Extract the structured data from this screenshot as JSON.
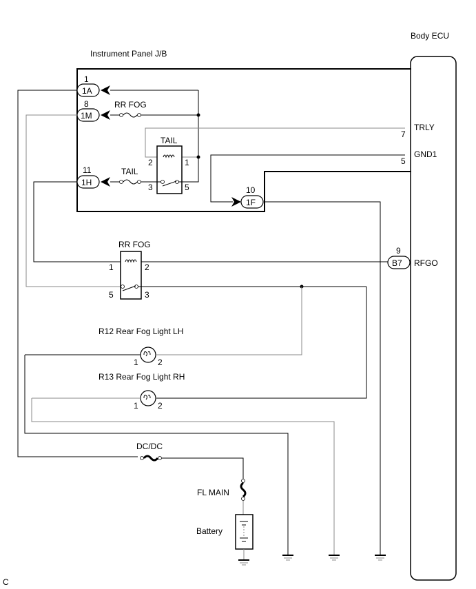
{
  "title_bottom_left": "C",
  "components": {
    "instrument_panel_jb": {
      "label": "Instrument Panel J/B"
    },
    "body_ecu": {
      "label": "Body ECU"
    },
    "rr_fog_fuse": {
      "label": "RR FOG"
    },
    "tail_fuse": {
      "label": "TAIL"
    },
    "tail_relay": {
      "label": "TAIL",
      "pins": [
        "2",
        "1",
        "3",
        "5"
      ]
    },
    "rr_fog_relay": {
      "label": "RR FOG",
      "pins": [
        "1",
        "2",
        "5",
        "3"
      ]
    },
    "rear_fog_lh": {
      "label": "R12 Rear Fog Light LH",
      "pins": [
        "1",
        "2"
      ]
    },
    "rear_fog_rh": {
      "label": "R13 Rear Fog Light RH",
      "pins": [
        "1",
        "2"
      ]
    },
    "dcdc_fuse": {
      "label": "DC/DC"
    },
    "fl_main": {
      "label": "FL MAIN"
    },
    "battery": {
      "label": "Battery"
    }
  },
  "connectors": [
    {
      "id": "1A",
      "pin": "1"
    },
    {
      "id": "1M",
      "pin": "8"
    },
    {
      "id": "1H",
      "pin": "11"
    },
    {
      "id": "1F",
      "pin": "10"
    },
    {
      "id": "B7",
      "pin": "9"
    }
  ],
  "ecu_terminals": [
    {
      "name": "TRLY",
      "pin": "7"
    },
    {
      "name": "GND1",
      "pin": "5"
    },
    {
      "name": "RFGO",
      "pin": "9"
    }
  ]
}
